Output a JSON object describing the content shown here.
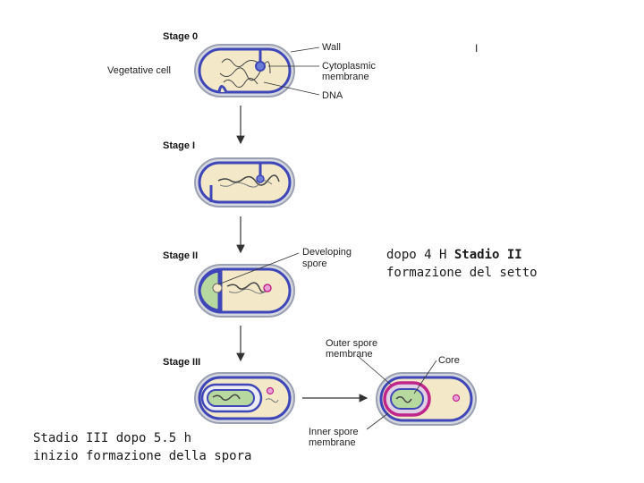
{
  "stages": {
    "s0": "Stage 0",
    "s1": "Stage I",
    "s2": "Stage II",
    "s3": "Stage III"
  },
  "labels": {
    "vegetative_cell": "Vegetative cell",
    "wall": "Wall",
    "cytoplasmic_line1": "Cytoplasmic",
    "cytoplasmic_line2": "membrane",
    "dna": "DNA",
    "developing_line1": "Developing",
    "developing_line2": "spore",
    "outer_line1": "Outer spore",
    "outer_line2": "membrane",
    "core": "Core",
    "inner_line1": "Inner spore",
    "inner_line2": "membrane",
    "stray_mark": "I"
  },
  "notes": {
    "stage2_prefix": "dopo 4 H ",
    "stage2_bold": "Stadio II",
    "stage2_line2": "formazione del setto",
    "stage3_line1": "Stadio III dopo 5.5 h",
    "stage3_line2": "inizio formazione della spora"
  },
  "colors": {
    "wall": "#9aa0b0",
    "membrane": "#3f47b8",
    "cytoplasm": "#f3e9c8",
    "forespore": "#b7d9a0",
    "core_ring": "#c0258a"
  }
}
